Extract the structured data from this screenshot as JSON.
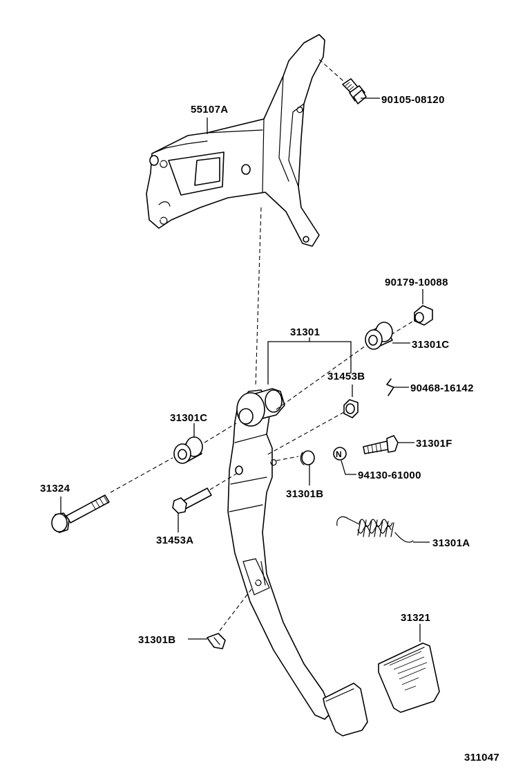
{
  "diagram": {
    "figure_number": "311047",
    "labels": {
      "bracket": "55107A",
      "bolt_top": "90105-08120",
      "nut": "90179-10088",
      "pedal_assy": "31301",
      "bushing_right": "31301C",
      "collar": "31453B",
      "clip": "90468-16142",
      "bushing_left": "31301C",
      "bolt_small": "31301F",
      "pin_bolt": "31324",
      "nut_n": "94130-61000",
      "cushion": "31301B",
      "pin": "31453A",
      "spring": "31301A",
      "stopper": "31301B",
      "pad": "31321"
    },
    "n_mark": "N"
  }
}
